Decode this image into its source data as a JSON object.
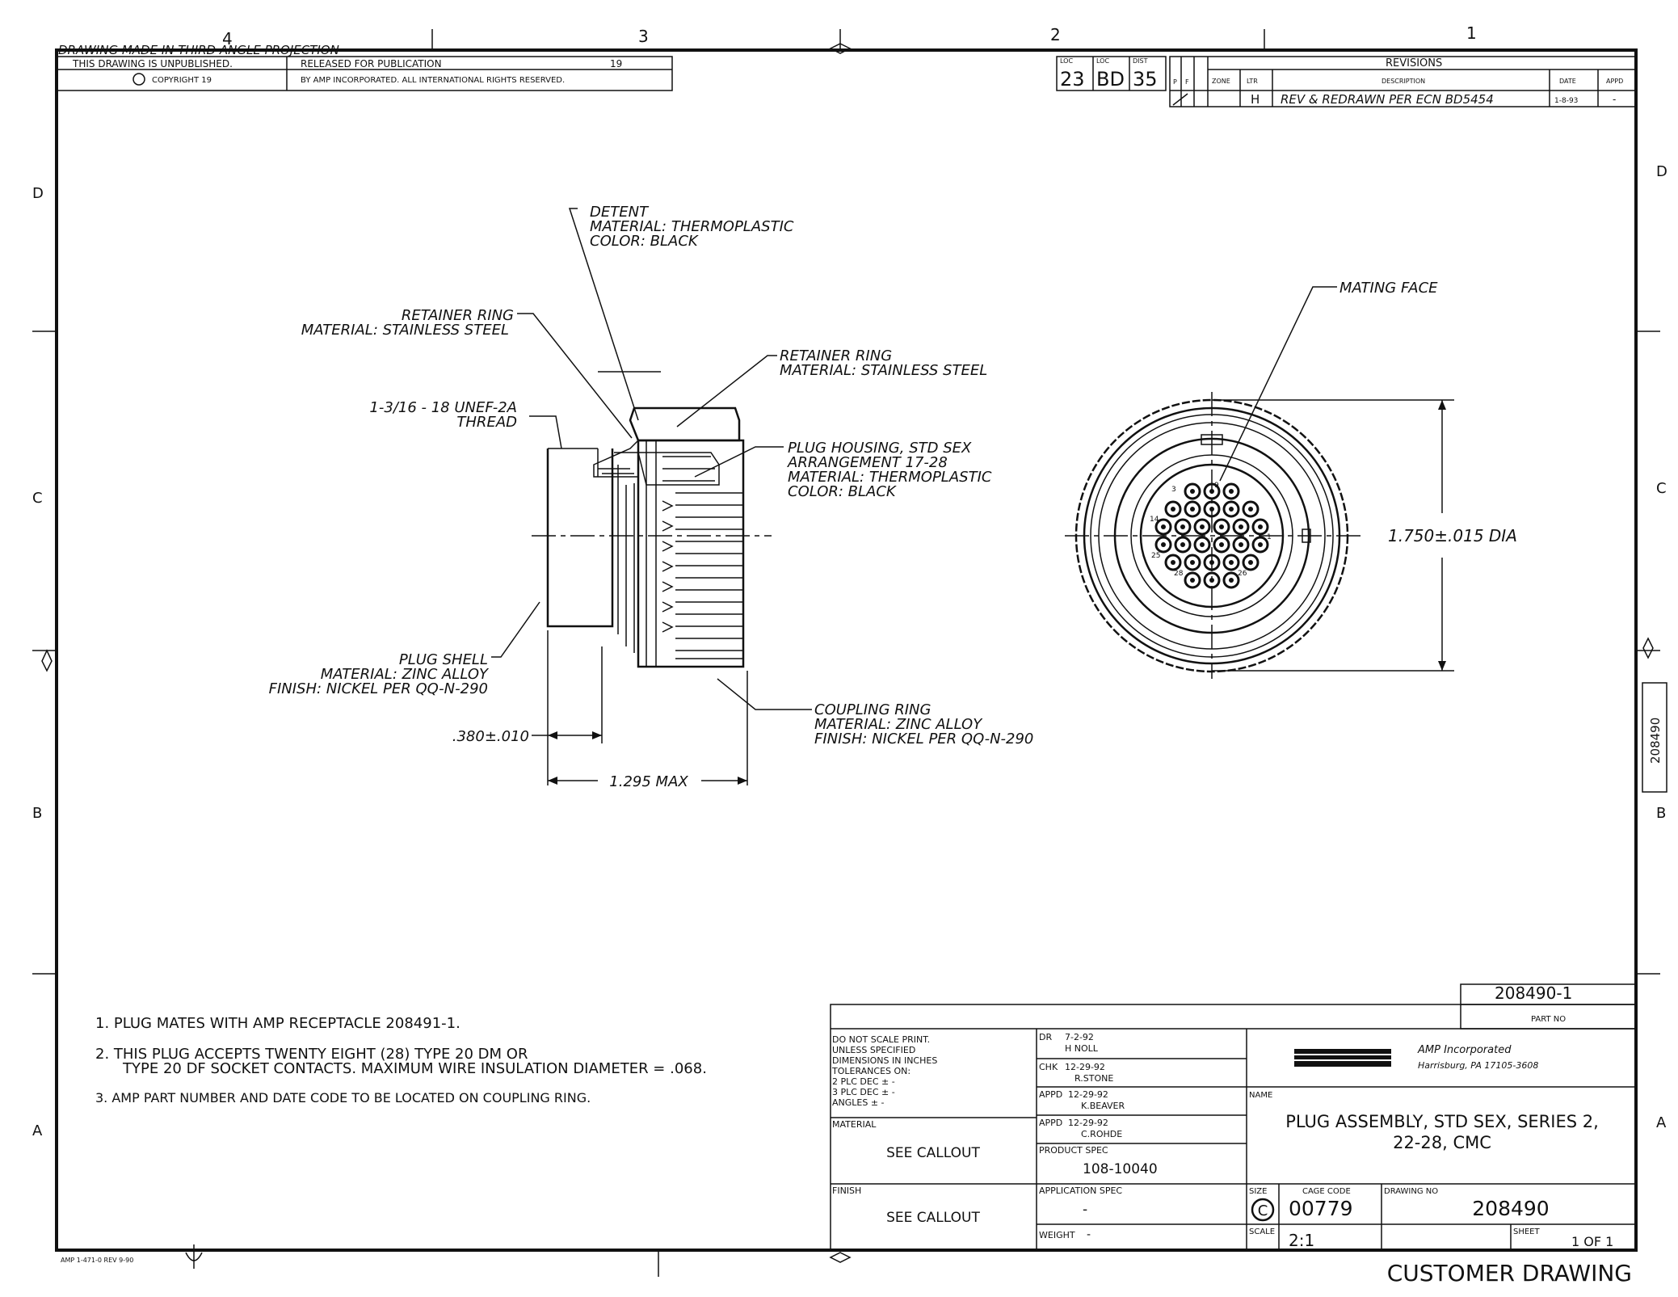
{
  "sheet": {
    "zone_cols": [
      "4",
      "3",
      "2",
      "1"
    ],
    "zone_rows": [
      "D",
      "C",
      "B",
      "A"
    ],
    "projection": "DRAWING MADE IN THIRD ANGLE PROJECTION",
    "unpublished": "THIS DRAWING IS UNPUBLISHED.",
    "released": "RELEASED FOR PUBLICATION",
    "released_year": "19",
    "copyright": "COPYRIGHT 19",
    "rights": "BY AMP INCORPORATED. ALL INTERNATIONAL RIGHTS RESERVED.",
    "side_number": "208490",
    "form_no": "AMP 1-471-0 REV 9-90"
  },
  "header_boxes": [
    {
      "label": "LOC",
      "value": "23"
    },
    {
      "label": "LOC",
      "value": "BD"
    },
    {
      "label": "DIST",
      "value": "35"
    }
  ],
  "revisions": {
    "title": "REVISIONS",
    "headers": [
      "P",
      "F",
      "ZONE",
      "LTR",
      "DESCRIPTION",
      "DATE",
      "APPD"
    ],
    "rows": [
      {
        "zone": "",
        "ltr": "H",
        "description": "REV & REDRAWN PER ECN BD5454",
        "date": "1-8-93",
        "appd": "-"
      }
    ]
  },
  "callouts": {
    "detent": [
      "DETENT",
      "MATERIAL: THERMOPLASTIC",
      "COLOR: BLACK"
    ],
    "retainer_left": [
      "RETAINER RING",
      "MATERIAL: STAINLESS STEEL"
    ],
    "retainer_right": [
      "RETAINER RING",
      "MATERIAL: STAINLESS STEEL"
    ],
    "thread": [
      "1-3/16 - 18 UNEF-2A",
      "THREAD"
    ],
    "plug_housing": [
      "PLUG HOUSING, STD SEX",
      "ARRANGEMENT 17-28",
      "MATERIAL: THERMOPLASTIC",
      "COLOR: BLACK"
    ],
    "plug_shell": [
      "PLUG SHELL",
      "MATERIAL: ZINC ALLOY",
      "FINISH: NICKEL PER QQ-N-290"
    ],
    "coupling_ring": [
      "COUPLING RING",
      "MATERIAL: ZINC ALLOY",
      "FINISH: NICKEL PER QQ-N-290"
    ],
    "mating_face": "MATING FACE"
  },
  "dimensions": {
    "shell_length": ".380±.010",
    "overall_length": "1.295 MAX",
    "diameter": "1.750±.015 DIA"
  },
  "contacts": {
    "labels": [
      "3",
      "9",
      "14",
      "1",
      "25",
      "28",
      "26"
    ]
  },
  "notes": [
    "1. PLUG MATES WITH AMP RECEPTACLE 208491-1.",
    "2. THIS PLUG ACCEPTS TWENTY EIGHT (28) TYPE 20 DM OR",
    "TYPE 20 DF SOCKET CONTACTS. MAXIMUM WIRE INSULATION DIAMETER = .068.",
    "3. AMP PART NUMBER AND DATE CODE TO BE LOCATED ON COUPLING RING."
  ],
  "title_block": {
    "part_no": "208490-1",
    "part_no_label": "PART NO",
    "tolerances": [
      "DO NOT SCALE PRINT.",
      "UNLESS SPECIFIED",
      "DIMENSIONS IN INCHES",
      "TOLERANCES ON:",
      "2 PLC DEC ± -",
      "3 PLC DEC ± -",
      "ANGLES ± -"
    ],
    "dr": {
      "label": "DR",
      "date": "7-2-92",
      "name": "H NOLL"
    },
    "chk": {
      "label": "CHK",
      "date": "12-29-92",
      "name": "R.STONE"
    },
    "appd1": {
      "label": "APPD",
      "date": "12-29-92",
      "name": "K.BEAVER"
    },
    "appd2": {
      "label": "APPD",
      "date": "12-29-92",
      "name": "C.ROHDE"
    },
    "material_label": "MATERIAL",
    "material_value": "SEE CALLOUT",
    "finish_label": "FINISH",
    "finish_value": "SEE CALLOUT",
    "product_spec_label": "PRODUCT SPEC",
    "product_spec": "108-10040",
    "application_spec_label": "APPLICATION SPEC",
    "application_spec": "-",
    "weight_label": "WEIGHT",
    "weight": "-",
    "company_logo": "AMP",
    "company_name": "AMP Incorporated",
    "company_address": "Harrisburg, PA 17105-3608",
    "name_label": "NAME",
    "name_line1": "PLUG ASSEMBLY, STD SEX, SERIES 2,",
    "name_line2": "22-28, CMC",
    "size_label": "SIZE",
    "size": "C",
    "cage_label": "CAGE CODE",
    "cage": "00779",
    "drawing_no_label": "DRAWING NO",
    "drawing_no": "208490",
    "scale_label": "SCALE",
    "scale": "2:1",
    "sheet_label": "SHEET",
    "sheet": "1 OF 1",
    "footer": "CUSTOMER DRAWING"
  }
}
